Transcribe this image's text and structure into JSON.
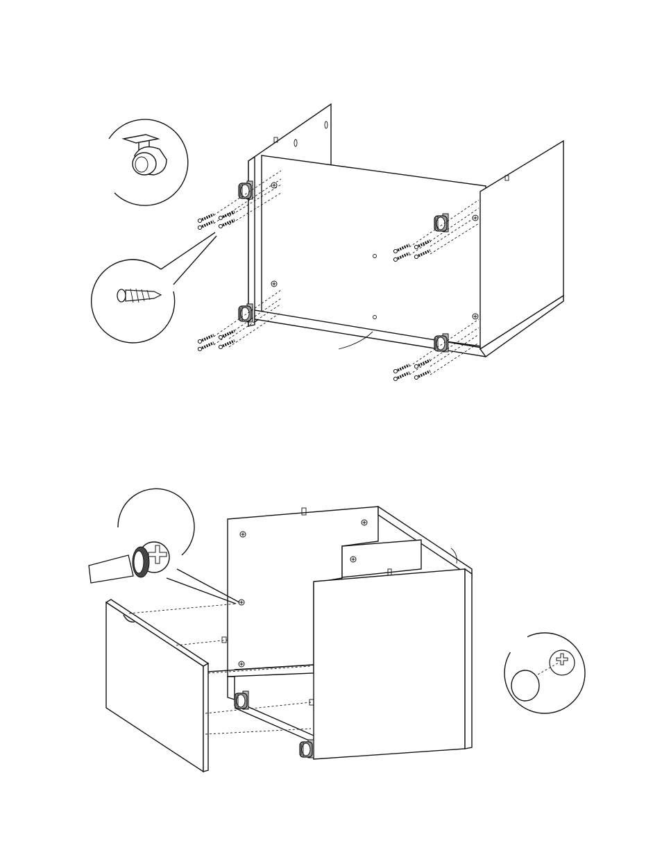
{
  "steps": [
    {
      "id": "step-casters",
      "caster_count": 4,
      "screws_per_caster": 4,
      "detail_callouts": [
        "caster-wheel",
        "screw"
      ]
    },
    {
      "id": "step-drawer-front",
      "detail_callouts": [
        "screwdriver-cam-lock",
        "cap-cover"
      ]
    }
  ],
  "colors": {
    "line": "#111111",
    "panel": "#ffffff",
    "shade": "#bdbdbd"
  }
}
